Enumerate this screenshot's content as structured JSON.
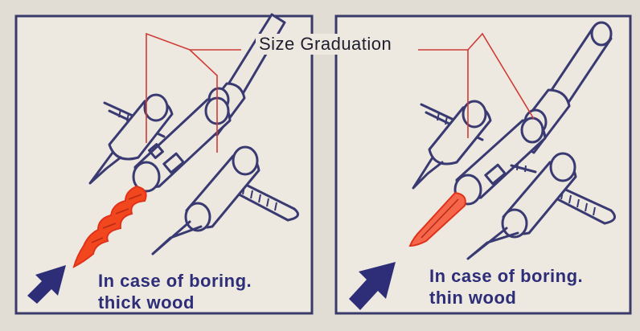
{
  "title": "Size Graduation",
  "panels": [
    {
      "caption_line1": "In case of boring.",
      "caption_line2": "thick wood"
    },
    {
      "caption_line1": "In case of boring.",
      "caption_line2": "thin wood"
    }
  ],
  "colors": {
    "background": "#e2ddd4",
    "ink": "#2d2d78",
    "leader_lines": "#cf3b36",
    "drill_bit": "#f2471e"
  }
}
